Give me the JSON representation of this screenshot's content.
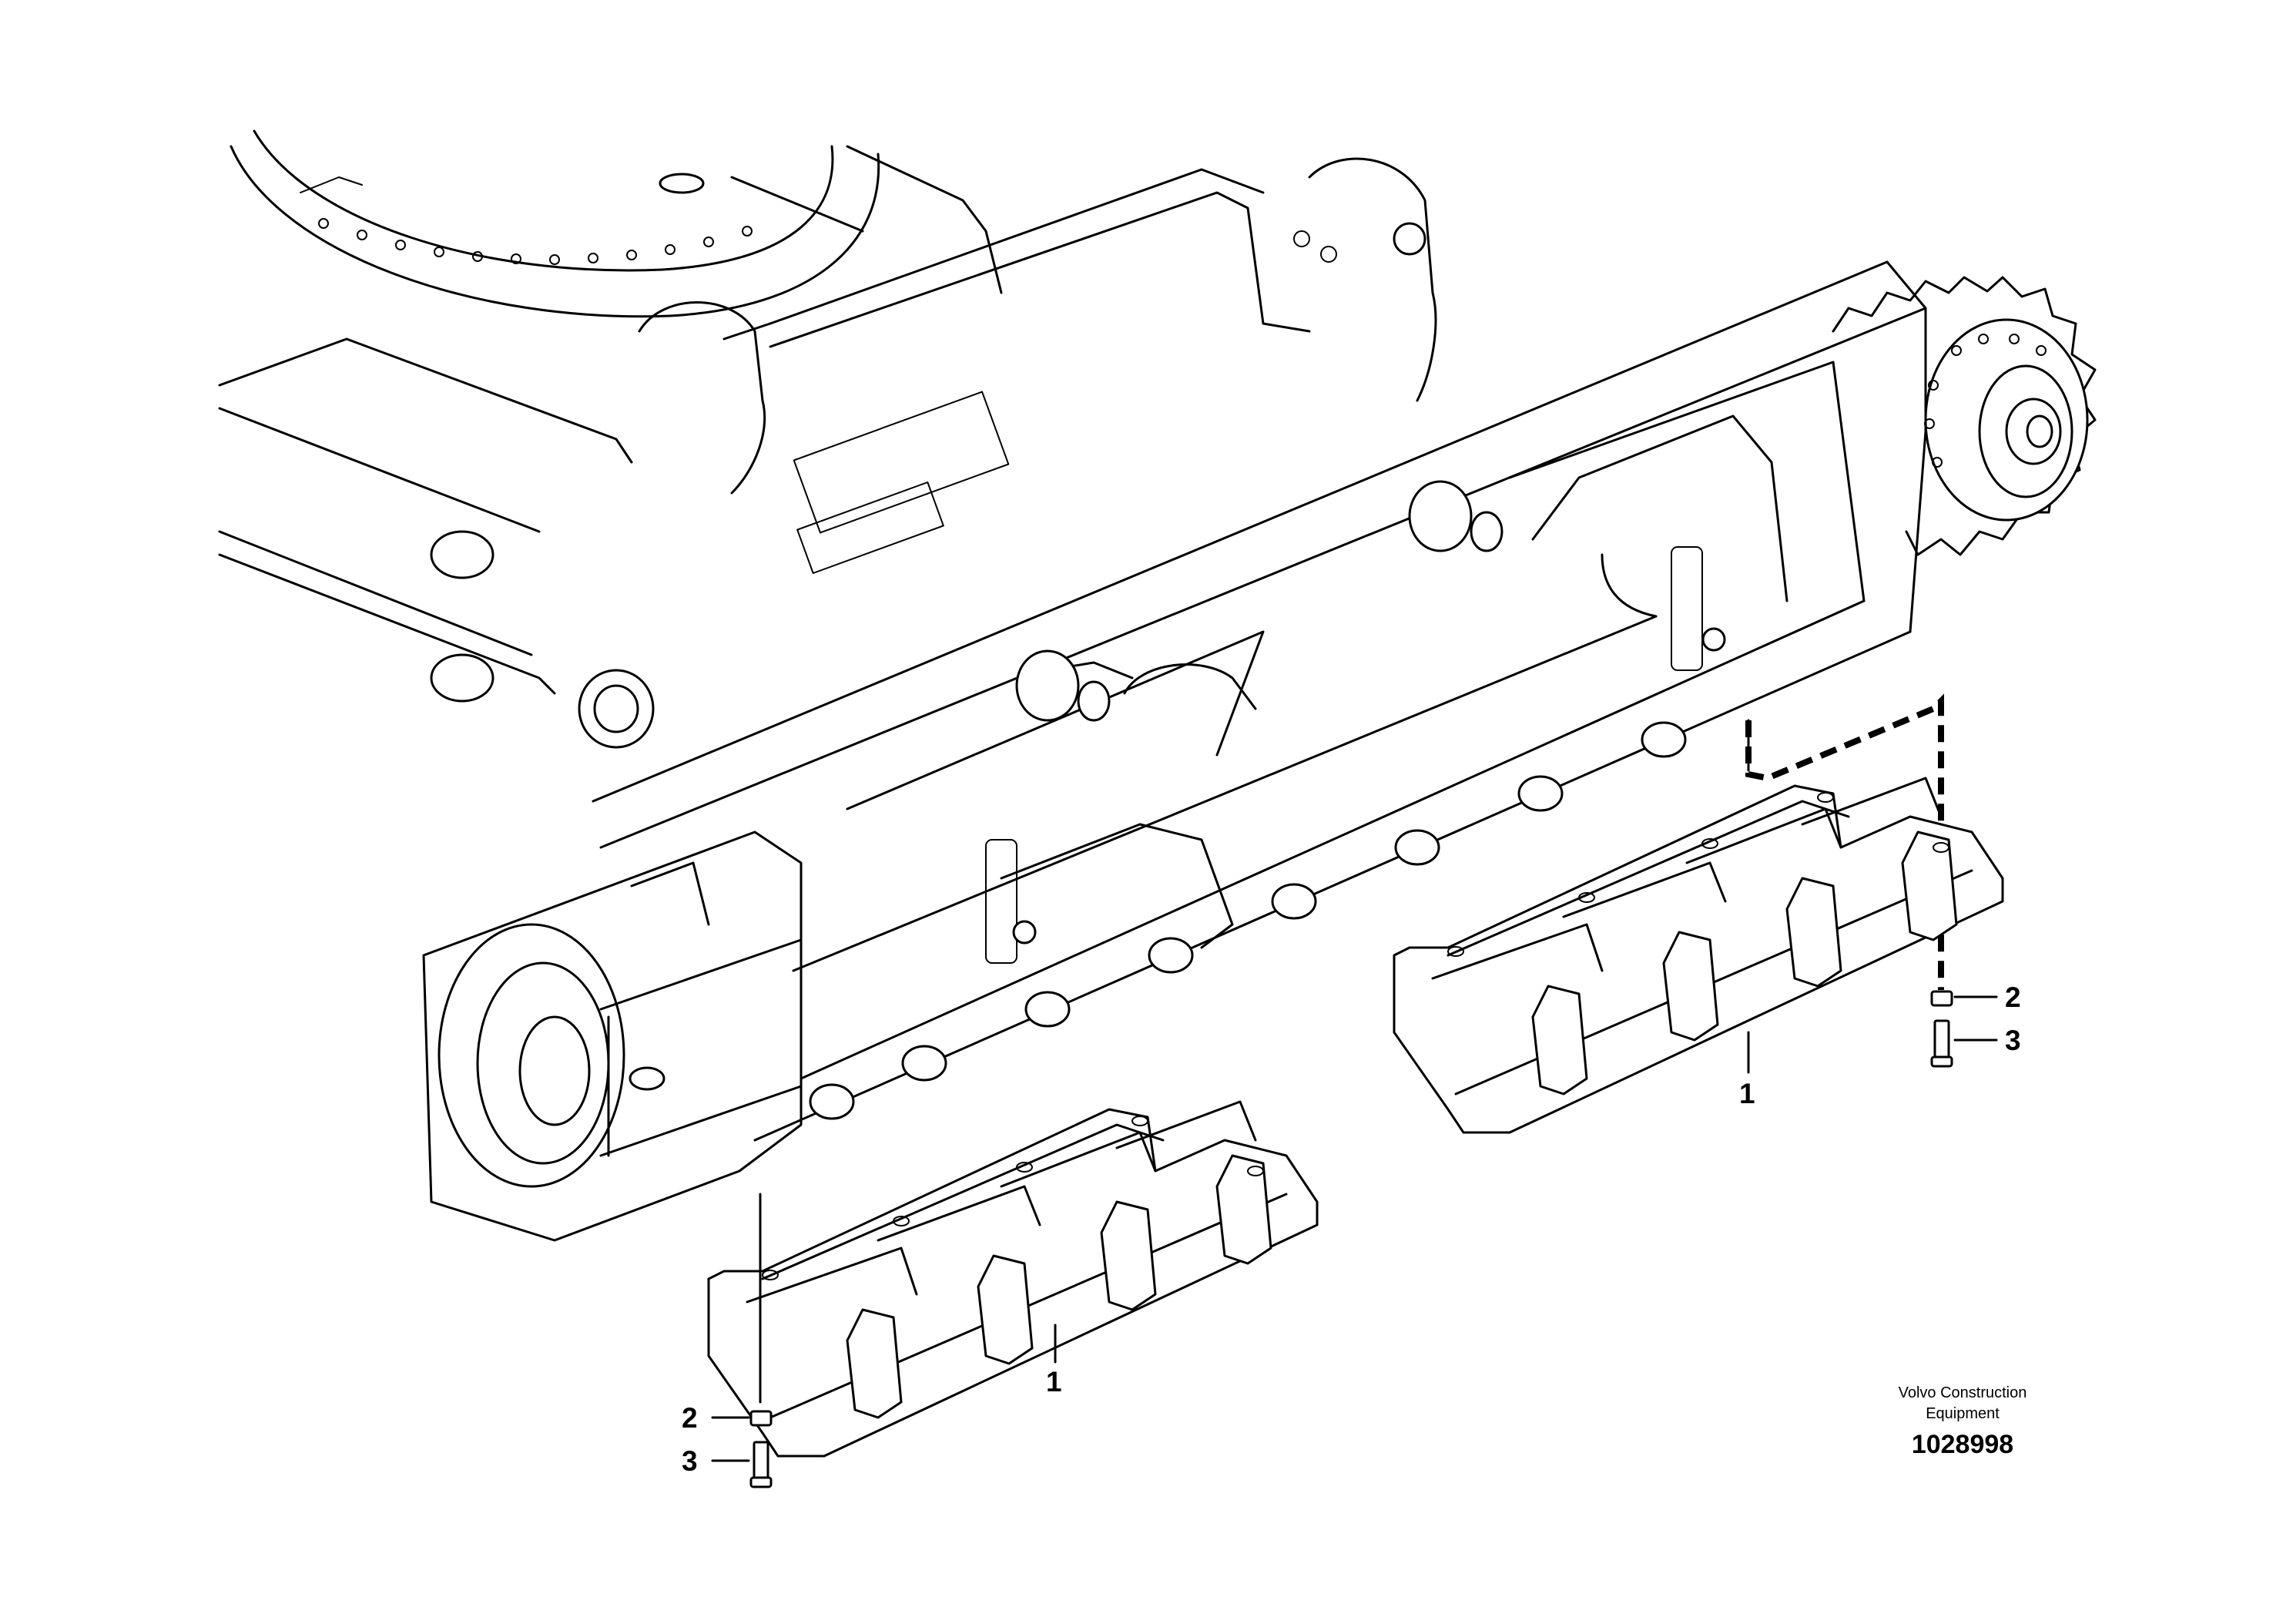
{
  "callouts": {
    "guard_right": {
      "number": "1"
    },
    "guard_left": {
      "number": "1"
    },
    "washer_right": {
      "number": "2"
    },
    "screw_right": {
      "number": "3"
    },
    "washer_left": {
      "number": "2"
    },
    "screw_left": {
      "number": "3"
    }
  },
  "footer": {
    "company_line1": "Volvo Construction",
    "company_line2": "Equipment",
    "figure_id": "1028998"
  }
}
